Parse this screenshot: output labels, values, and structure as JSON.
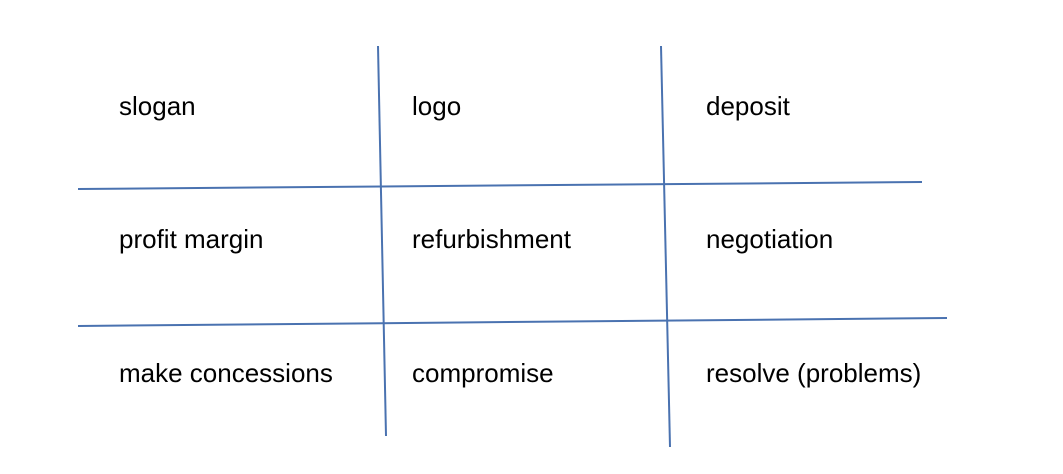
{
  "grid": {
    "line_color": "#4a72b0",
    "cells": [
      [
        "slogan",
        "logo",
        "deposit"
      ],
      [
        "profit margin",
        "refurbishment",
        "negotiation"
      ],
      [
        "make concessions",
        "compromise",
        "resolve (problems)"
      ]
    ]
  }
}
